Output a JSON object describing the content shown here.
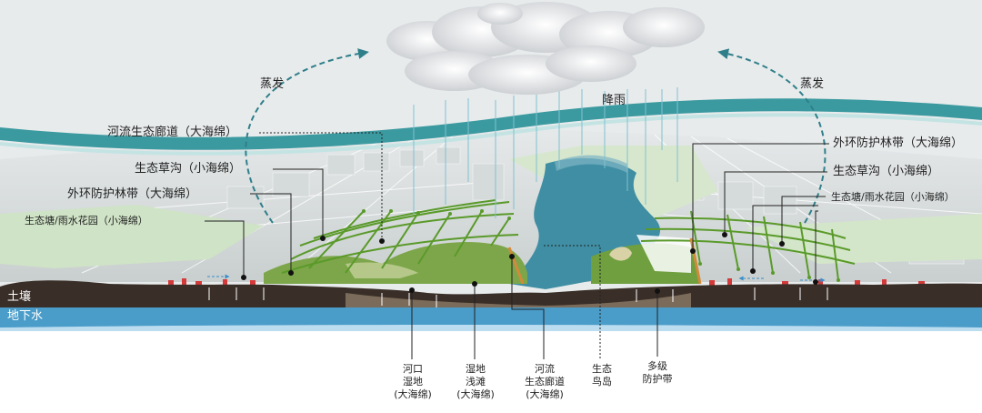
{
  "process": {
    "evaporation_left": "蒸发",
    "evaporation_right": "蒸发",
    "rainfall": "降雨"
  },
  "layers": {
    "soil": "土壤",
    "groundwater": "地下水"
  },
  "left_labels": [
    "河流生态廊道（大海绵）",
    "生态草沟（小海绵）",
    "外环防护林带（大海绵）",
    "生态塘/雨水花园（小海绵）"
  ],
  "right_labels": [
    "外环防护林带（大海绵）",
    "生态草沟（小海绵）",
    "生态塘/雨水花园（小海绵）"
  ],
  "bottom_labels": [
    {
      "lines": [
        "河口",
        "湿地",
        "(大海绵)"
      ]
    },
    {
      "lines": [
        "湿地",
        "浅滩",
        "(大海绵)"
      ]
    },
    {
      "lines": [
        "河流",
        "生态廊道",
        "(大海绵)"
      ]
    },
    {
      "lines": [
        "生态",
        "鸟岛"
      ]
    },
    {
      "lines": [
        "多级",
        "防护带"
      ]
    }
  ],
  "colors": {
    "sky": "#e8ebec",
    "river_band": "#3b9aa0",
    "water": "#3f8ea3",
    "soil": "#3a2f28",
    "groundwater": "#4a9cc9",
    "green_network": "#5a9a2a",
    "callout_line": "#222222"
  }
}
